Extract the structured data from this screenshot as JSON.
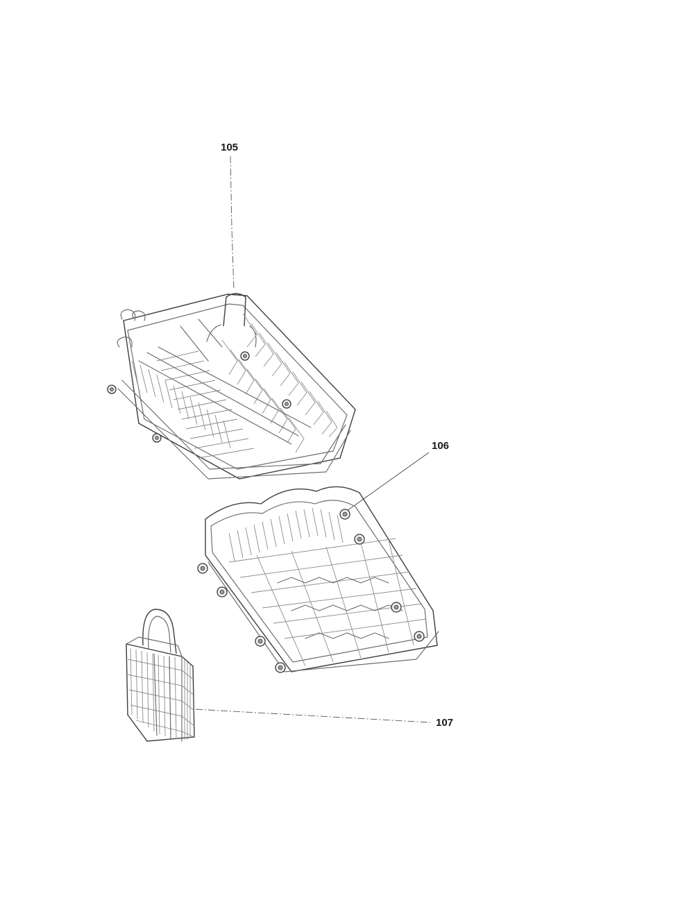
{
  "callouts": {
    "upper_rack": {
      "label": "105"
    },
    "lower_rack": {
      "label": "106"
    },
    "silverware_basket": {
      "label": "107"
    }
  },
  "colors": {
    "background": "#ffffff",
    "line_art": "#6e6e6e",
    "label_text": "#1a1a1a"
  }
}
